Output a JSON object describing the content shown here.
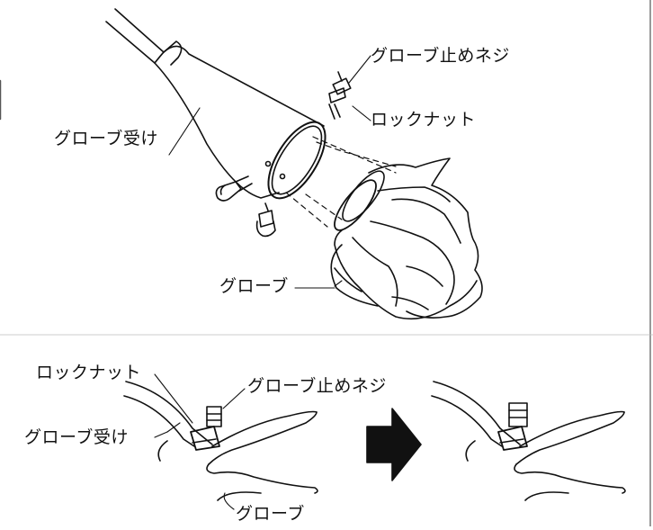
{
  "top_diagram": {
    "labels": {
      "screw": "グローブ止めネジ",
      "locknut": "ロックナット",
      "receiver": "グローブ受け",
      "globe": "グローブ"
    }
  },
  "bottom_diagram": {
    "labels": {
      "locknut": "ロックナット",
      "screw": "グローブ止めネジ",
      "receiver": "グローブ受け",
      "globe": "グローブ"
    }
  }
}
